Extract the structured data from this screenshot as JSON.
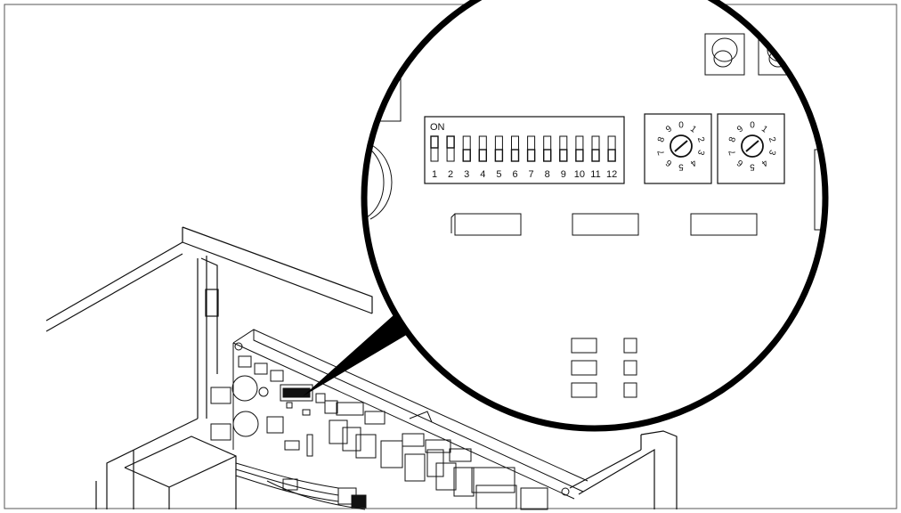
{
  "dip_switch": {
    "on_label": "ON",
    "numbers": [
      "1",
      "2",
      "3",
      "4",
      "5",
      "6",
      "7",
      "8",
      "9",
      "10",
      "11",
      "12"
    ],
    "positions": [
      "on",
      "on",
      "off",
      "off",
      "off",
      "off",
      "off",
      "off",
      "off",
      "off",
      "off",
      "off"
    ]
  },
  "rotary_switch_left": {
    "digits": [
      "0",
      "1",
      "2",
      "3",
      "4",
      "5",
      "6",
      "7",
      "8",
      "9"
    ]
  },
  "rotary_switch_right": {
    "digits": [
      "0",
      "1",
      "2",
      "3",
      "4",
      "5",
      "6",
      "7",
      "8",
      "9"
    ]
  },
  "colors": {
    "line": "#111111",
    "background": "#ffffff"
  }
}
